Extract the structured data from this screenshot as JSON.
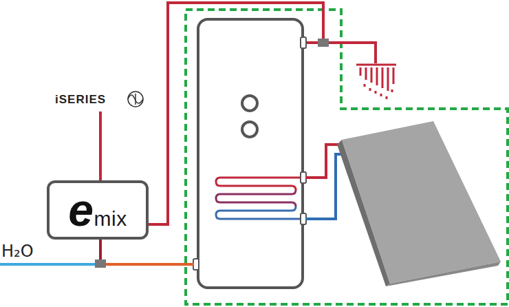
{
  "diagram": {
    "nodes": [
      {
        "text": [
          "emix"
        ]
      }
    ],
    "labels": [
      "iSERIES",
      "H₂O"
    ]
  }
}
